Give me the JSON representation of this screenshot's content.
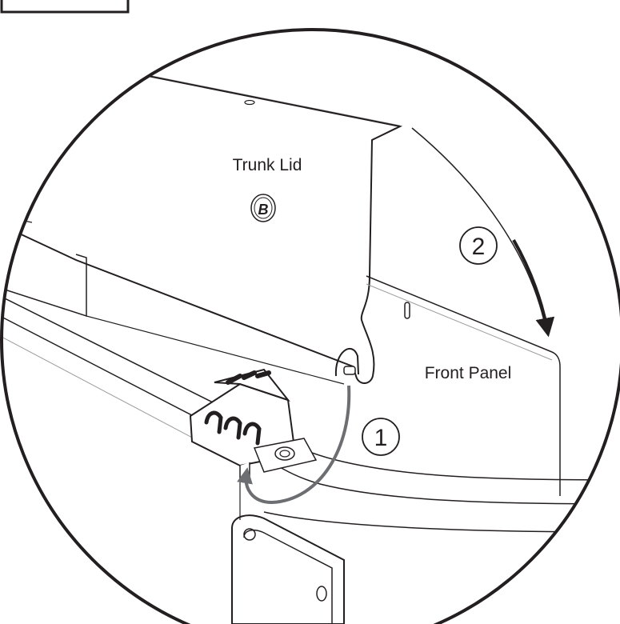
{
  "labels": {
    "trunk_lid": "Trunk Lid",
    "front_panel": "Front Panel"
  },
  "steps": [
    {
      "number": "1"
    },
    {
      "number": "2"
    }
  ],
  "logo": {
    "letter": "B"
  },
  "colors": {
    "line": "#231f20",
    "arrow_gray": "#6d6e71",
    "light_line": "#9a9a9a",
    "background": "#ffffff"
  }
}
